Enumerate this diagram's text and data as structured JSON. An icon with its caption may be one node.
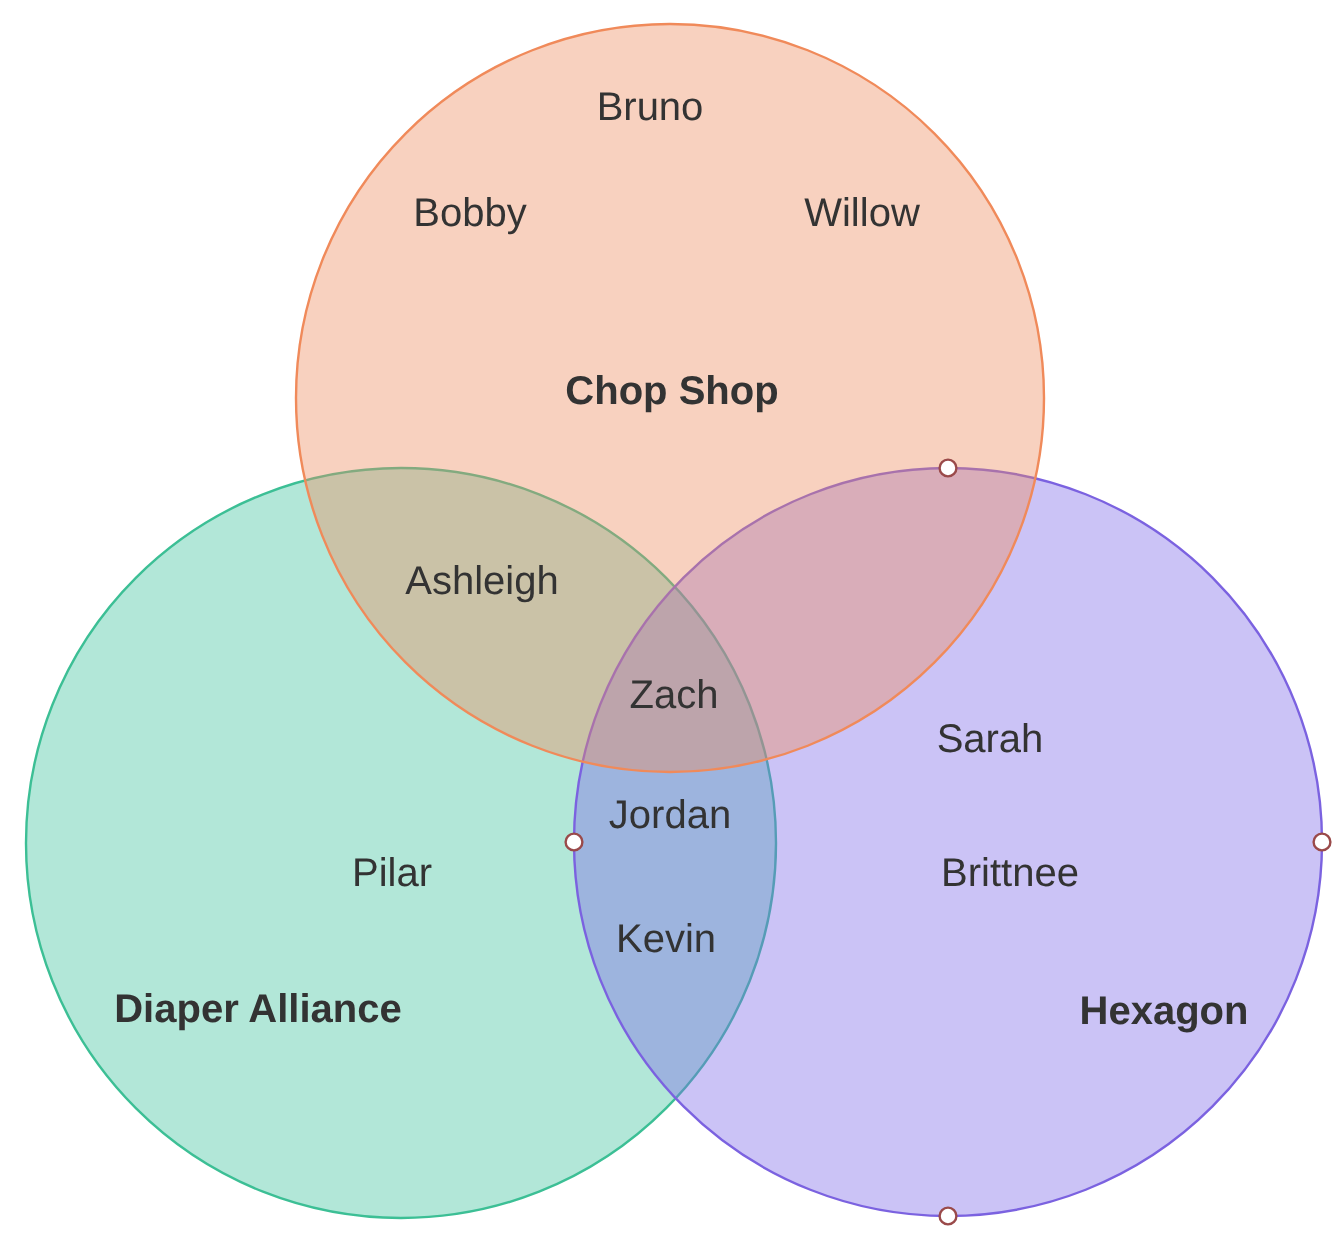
{
  "diagram": {
    "nodes": [
      {
        "text": [
          "Chop Shop"
        ]
      },
      {
        "text": [
          "Diaper Alliance"
        ]
      },
      {
        "text": [
          "Hexagon"
        ]
      }
    ],
    "labels": [
      "Bruno",
      "Bobby",
      "Willow",
      "Ashleigh",
      "Zach",
      "Sarah",
      "Jordan",
      "Pilar",
      "Brittnee",
      "Kevin"
    ]
  }
}
